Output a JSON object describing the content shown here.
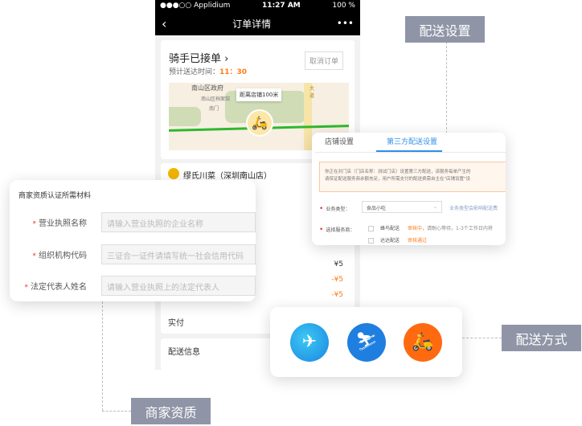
{
  "phone": {
    "carrier": "●●●○○ Applidium",
    "time": "11:27 AM",
    "battery": "100 %",
    "title": "订单详情",
    "more": "•••",
    "status_title": "骑手已接单 ›",
    "eta_label": "预计送达时间：",
    "eta": "11：30",
    "cancel": "取消订单",
    "map": {
      "poi1": "南山区政府",
      "poi2": "南山区档案馆",
      "poi3": "南门",
      "poi4": "大道",
      "distance": "距离店铺100米"
    },
    "shop": "缪氏川菜（深圳南山店）",
    "prices": [
      "¥5",
      "-¥5",
      "-¥5"
    ],
    "paid": "实付",
    "delivery_info": "配送信息"
  },
  "settings": {
    "tabs": [
      "店铺设置",
      "第三方配送设置"
    ],
    "notice_line1": "你正在对门店（门店名称：测试门店）设置第三方配送，该服务每单产生的",
    "notice_line2": "请保证配送服务商余额充足，用户所需支付的配送费需自主在\"店铺设置\"设",
    "biz_type_label": "业务类型：",
    "biz_type_value": "食品小吃",
    "biz_type_hint": "业务类型会影响配送费",
    "provider_label": "选择服务商：",
    "providers": [
      {
        "name": "蜂鸟配送",
        "status": "审核中",
        "note": "，请耐心等待，1-3个工作日内将"
      },
      {
        "name": "达达配送",
        "status": "审核通过",
        "note": ""
      }
    ]
  },
  "qualification": {
    "title": "商家资质认证所需材料",
    "fields": [
      {
        "label": "营业执照名称",
        "placeholder": "请输入营业执照的企业名称"
      },
      {
        "label": "组织机构代码",
        "placeholder": "三证合一证件请填写统一社会信用代码"
      },
      {
        "label": "法定代表人姓名",
        "placeholder": "请输入营业执照上的法定代表人"
      }
    ]
  },
  "callouts": {
    "settings": "配送设置",
    "methods": "配送方式",
    "qualification": "商家资质"
  },
  "colors": {
    "accent": "#ff7a1a",
    "blue": "#2f8fe8",
    "callout": "#8f95a6"
  }
}
